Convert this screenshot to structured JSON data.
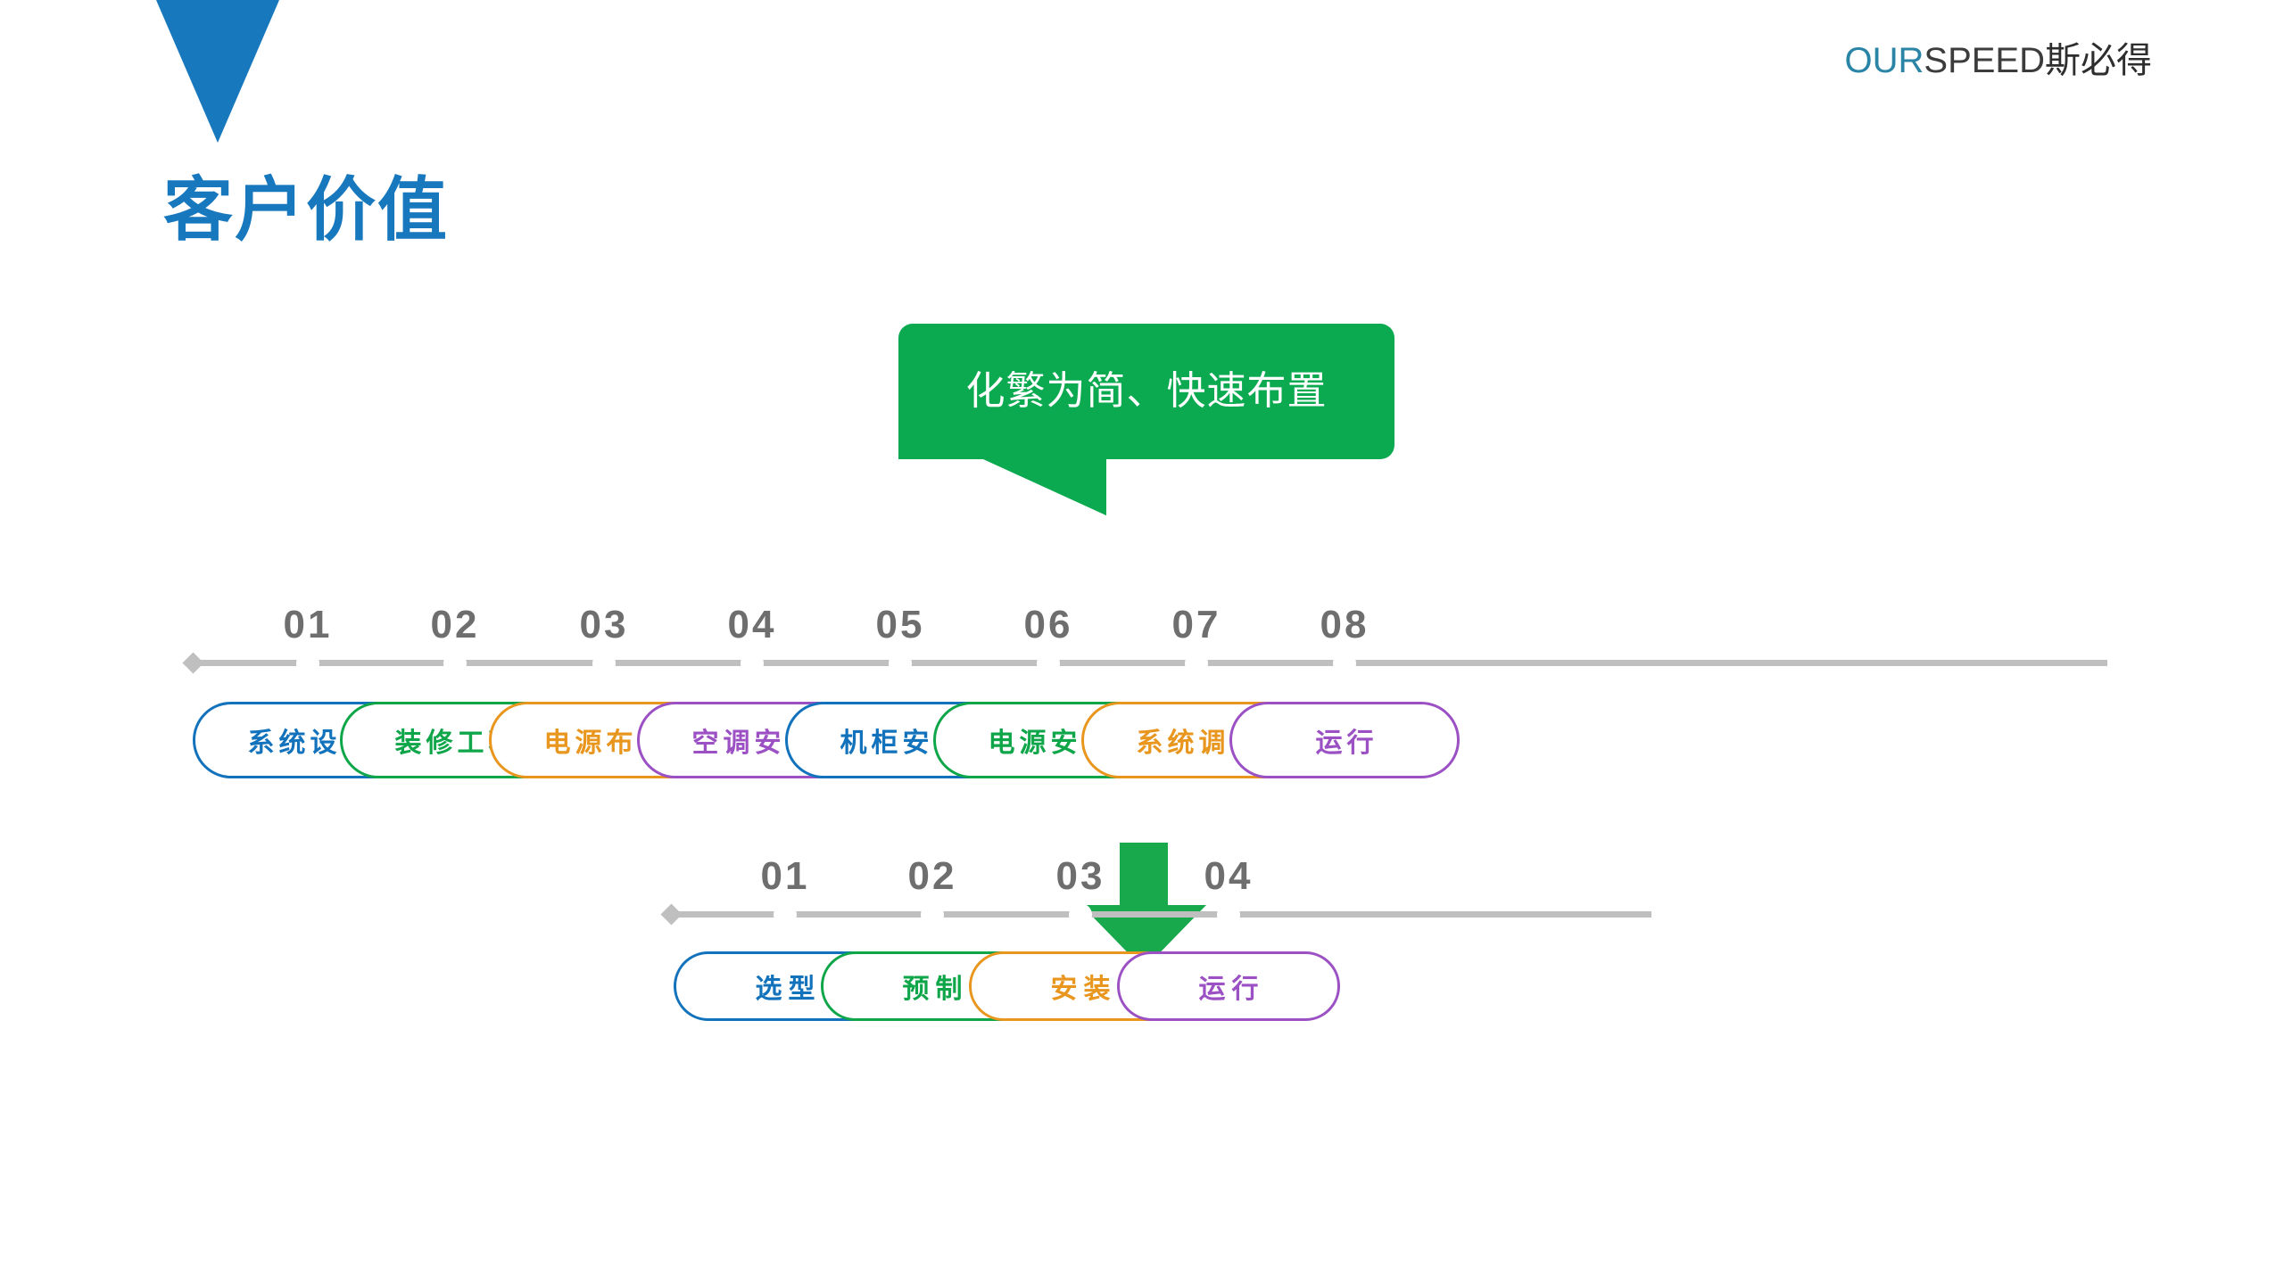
{
  "brand": {
    "our": "OUR",
    "speed": "SPEED",
    "cn": "斯必得",
    "our_color": "#2A84A5",
    "speed_color": "#3C3C3C"
  },
  "title": {
    "text": "客户价值",
    "color": "#1878BE",
    "marker_icon": "down-triangle-icon"
  },
  "callout": {
    "text": "化繁为简、快速布置",
    "background": "#0CAA50",
    "text_color": "#FFFFFF"
  },
  "flow_arrow": {
    "icon": "down-arrow-icon",
    "color": "#17A94B"
  },
  "palette": {
    "blue": "#1272BC",
    "green": "#0FA64A",
    "orange": "#E8961E",
    "purple": "#9B51C4",
    "number_gray": "#6E6E6E",
    "line_gray": "#BFBFBF"
  },
  "timeline_top": {
    "line_color": "#BFBFBF",
    "end_cap_icon": "diamond-cap-icon",
    "steps": [
      {
        "number": "01",
        "label": "系统设计",
        "color": "#1272BC"
      },
      {
        "number": "02",
        "label": "装修工程",
        "color": "#0FA64A"
      },
      {
        "number": "03",
        "label": "电源布线",
        "color": "#E8961E"
      },
      {
        "number": "04",
        "label": "空调安装",
        "color": "#9B51C4"
      },
      {
        "number": "05",
        "label": "机柜安装",
        "color": "#1272BC"
      },
      {
        "number": "06",
        "label": "电源安装",
        "color": "#0FA64A"
      },
      {
        "number": "07",
        "label": "系统调试",
        "color": "#E8961E"
      },
      {
        "number": "08",
        "label": "运行",
        "color": "#9B51C4"
      }
    ]
  },
  "timeline_bottom": {
    "line_color": "#BFBFBF",
    "end_cap_icon": "diamond-cap-icon",
    "steps": [
      {
        "number": "01",
        "label": "选型",
        "color": "#1272BC"
      },
      {
        "number": "02",
        "label": "预制",
        "color": "#0FA64A"
      },
      {
        "number": "03",
        "label": "安装",
        "color": "#E8961E"
      },
      {
        "number": "04",
        "label": "运行",
        "color": "#9B51C4"
      }
    ]
  }
}
